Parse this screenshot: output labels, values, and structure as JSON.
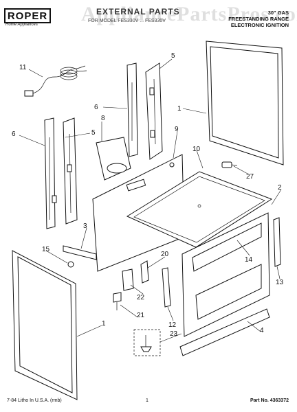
{
  "header": {
    "brand": "ROPER",
    "brand_sub": "Home Appliances",
    "title": "EXTERNAL PARTS",
    "models": "FOR MODEL FES330V ... FES330V",
    "spec_lines": [
      "30\" GAS",
      "FREESTANDING RANGE",
      "ELECTRONIC IGNITION"
    ],
    "watermark": "AppliancePartsPros.com"
  },
  "callouts": [
    "11",
    "5",
    "1",
    "6",
    "8",
    "5",
    "9",
    "6",
    "10",
    "27",
    "2",
    "3",
    "14",
    "15",
    "20",
    "13",
    "22",
    "21",
    "12",
    "1",
    "23",
    "4"
  ],
  "footer": {
    "left": "7-84 Litho In U.S.A. (rmb)",
    "page": "1",
    "part_number": "Part No. 4363372"
  }
}
